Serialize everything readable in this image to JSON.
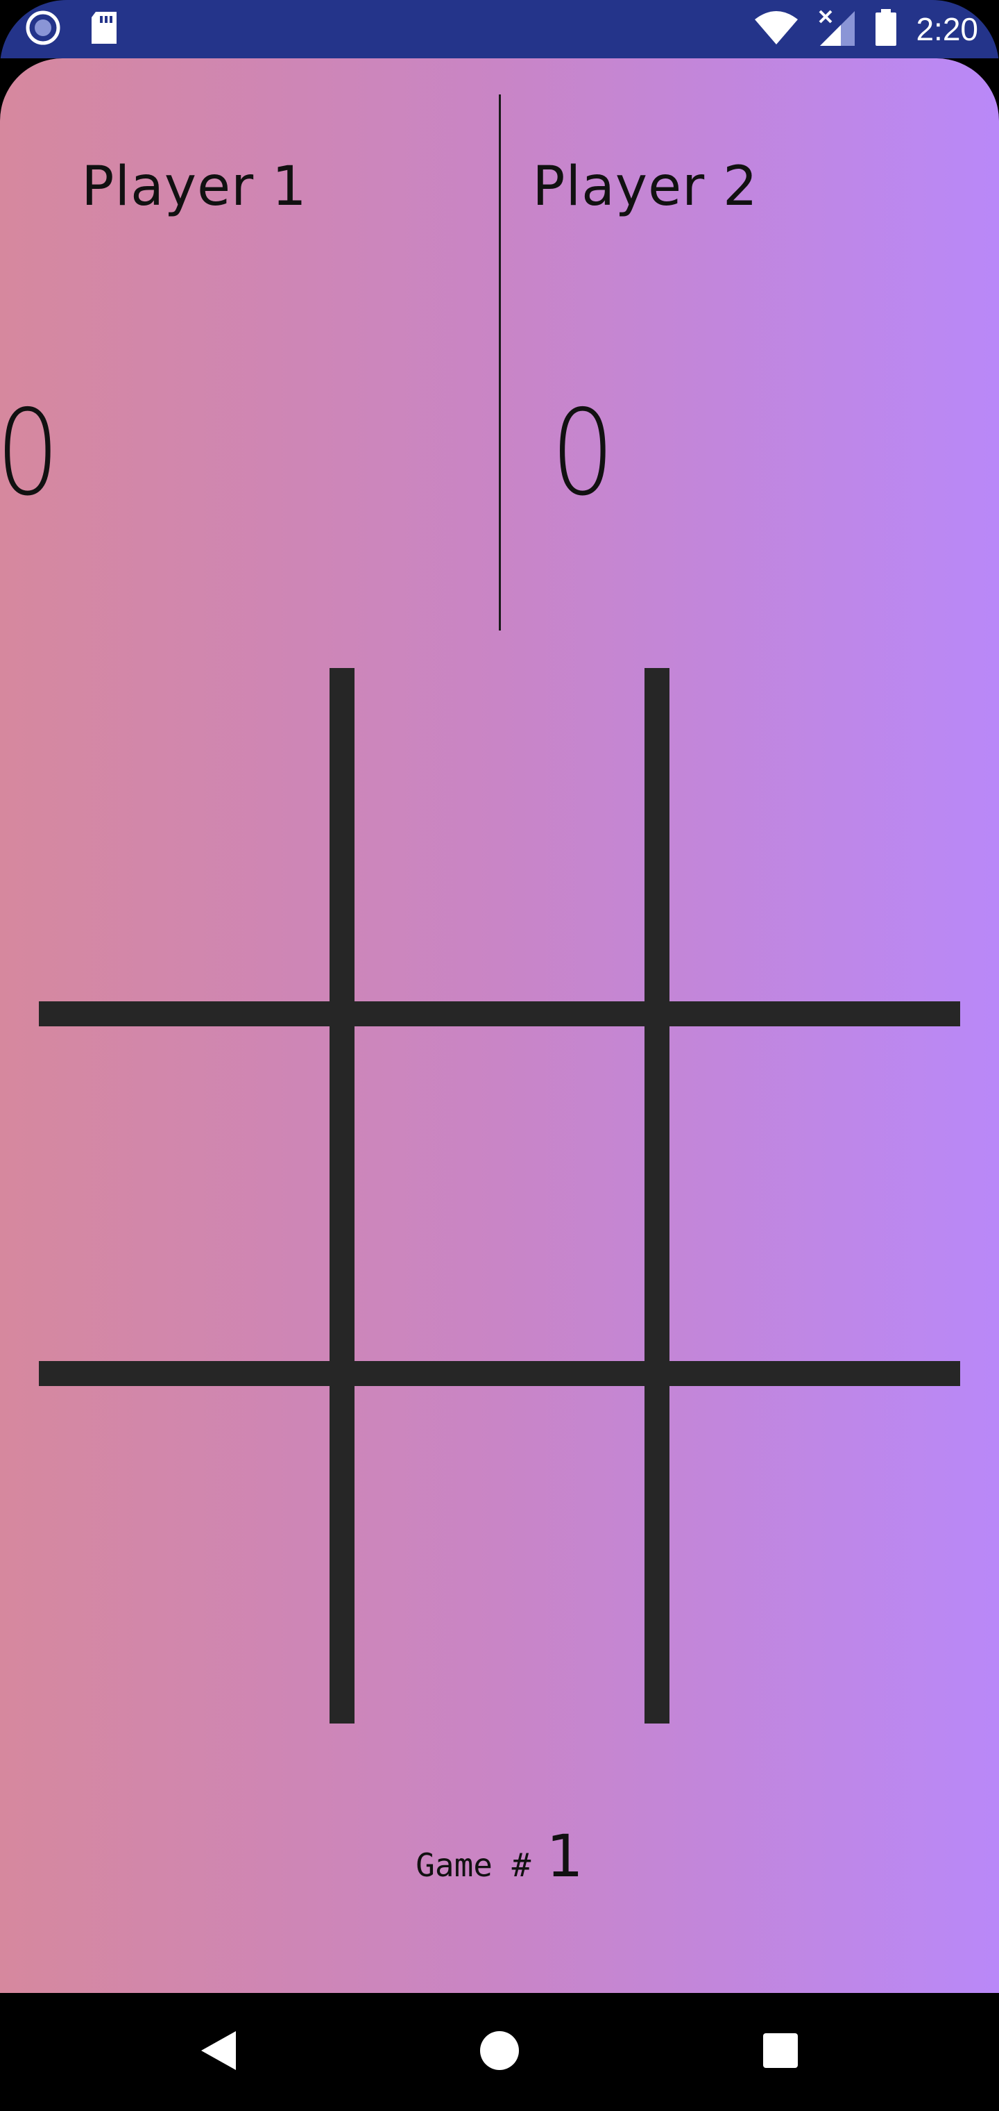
{
  "status_bar": {
    "time": "2:20",
    "icons": [
      "circle-notification-icon",
      "sd-card-icon",
      "wifi-icon",
      "signal-no-data-icon",
      "battery-icon"
    ],
    "background": "#24348a"
  },
  "app": {
    "gradient_start": "#d6889e",
    "gradient_end": "#b988f8"
  },
  "scoreboard": {
    "players": [
      {
        "name": "Player 1",
        "score": "0"
      },
      {
        "name": "Player 2",
        "score": "0"
      }
    ]
  },
  "board": {
    "rows": 3,
    "cols": 3,
    "cells": [
      "",
      "",
      "",
      "",
      "",
      "",
      "",
      "",
      ""
    ],
    "line_color": "#262626"
  },
  "game": {
    "label": "Game #",
    "number": "1"
  },
  "nav_bar": {
    "buttons": [
      "back-icon",
      "home-icon",
      "recents-icon"
    ]
  }
}
